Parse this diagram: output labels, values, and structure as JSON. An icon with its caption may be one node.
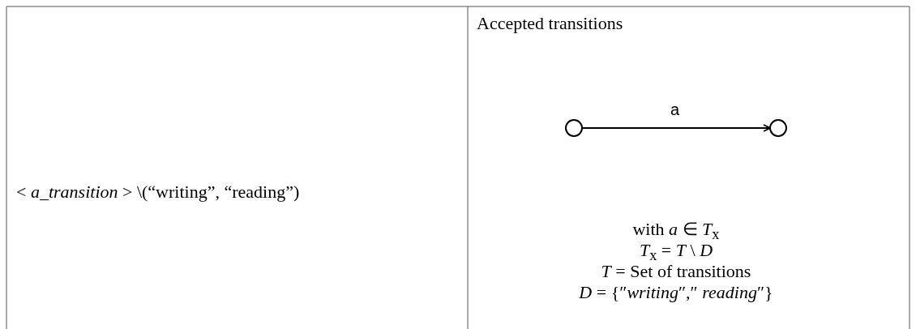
{
  "diagram": {
    "nodes": [
      {
        "text": [],
        "shape": "circle"
      },
      {
        "text": [],
        "shape": "circle"
      }
    ],
    "edges": [
      {
        "from": 0,
        "to": 1,
        "arrow": "to",
        "label": "a"
      }
    ],
    "labels": [
      "< *a_transition* > \\(“writing”, “reading”)",
      "Accepted transitions",
      "with *a* ∈ *T*$_{x}$",
      "*T*$_{x}$ = *T* \\ *D*",
      "*T* = Set of transitions",
      "*D* = {″*writing*″,″ *reading*″}"
    ]
  }
}
